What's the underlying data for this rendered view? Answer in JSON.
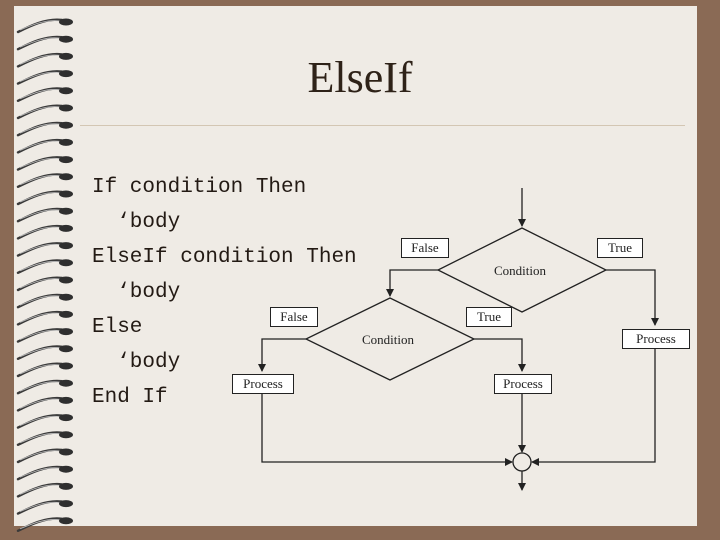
{
  "slide": {
    "title": "ElseIf",
    "code_lines": [
      "If condition Then",
      "  ‘body",
      "ElseIf condition Then",
      "  ‘body",
      "Else",
      "  ‘body",
      "End If"
    ]
  },
  "diagram": {
    "outer_condition": "Condition",
    "inner_condition": "Condition",
    "outer_false": "False",
    "outer_true": "True",
    "inner_false": "False",
    "inner_true": "True",
    "process_left": "Process",
    "process_middle": "Process",
    "process_right": "Process"
  },
  "colors": {
    "frame": "#8a6a55",
    "page": "#efebe5",
    "ink": "#222222"
  }
}
